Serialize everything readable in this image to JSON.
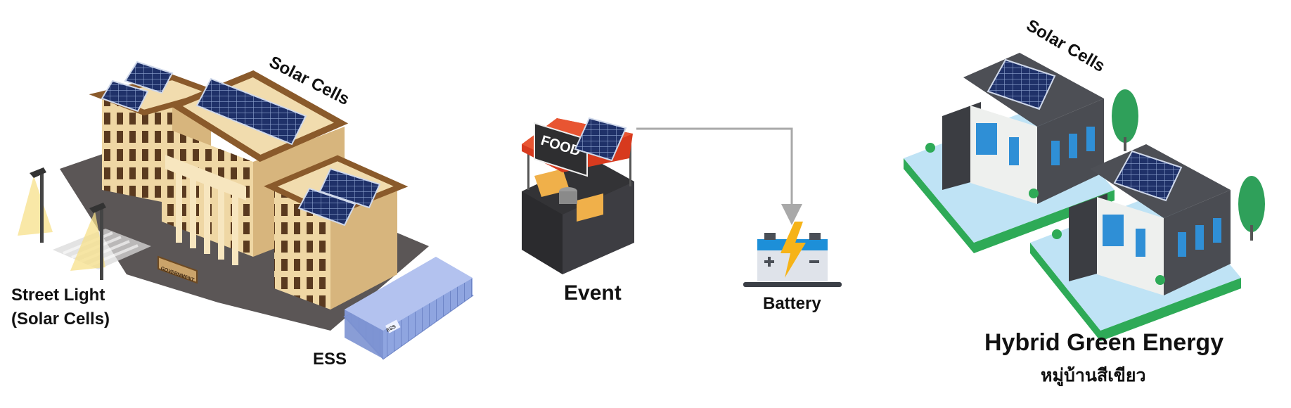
{
  "labels": {
    "gov_solar": "Solar Cells",
    "street_light_line1": "Street Light",
    "street_light_line2": "(Solar Cells)",
    "ess": "ESS",
    "event": "Event",
    "battery": "Battery",
    "house_solar": "Solar Cells",
    "hybrid_title": "Hybrid Green Energy",
    "hybrid_subtitle": "หมู่บ้านสีเขียว"
  },
  "signage": {
    "food": "FOOD",
    "government": "GOVERNMENT",
    "ess_container": "ESS"
  },
  "colors": {
    "solar_panel": "#1f3169",
    "building_wall": "#efd7a4",
    "building_roof": "#8a5a2b",
    "ground": "#5a5555",
    "container": "#8fa5e0",
    "tent": "#d73a1e",
    "house_roof": "#4d4f55",
    "lawn": "#bfe3f5",
    "lawn_edge": "#2eaa57",
    "tree": "#2fa05a",
    "battery_top": "#1d8fd8",
    "bolt": "#f6b318",
    "arrow": "#a9a9a9"
  }
}
